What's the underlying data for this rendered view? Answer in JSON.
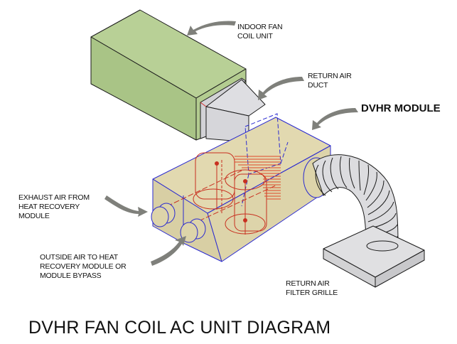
{
  "title": "DVHR FAN COIL AC UNIT DIAGRAM",
  "colors": {
    "fan_coil_unit": "#b3cc90",
    "dvhr_module": "#ddd4aa",
    "duct_gray": "#dcdcdf",
    "module_outline": "#2a2ad0",
    "internals": "#c83020",
    "arrow": "#7f807b"
  },
  "labels": {
    "indoor_fan_coil": "INDOOR FAN\nCOIL UNIT",
    "return_air_duct": "RETURN AIR\nDUCT",
    "dvhr_module": "DVHR MODULE",
    "exhaust_air": "EXHAUST AIR FROM\nHEAT RECOVERY\nMODULE",
    "outside_air": "OUTSIDE AIR TO HEAT\nRECOVERY MODULE OR\nMODULE BYPASS",
    "return_air_filter": "RETURN AIR\nFILTER GRILLE"
  }
}
